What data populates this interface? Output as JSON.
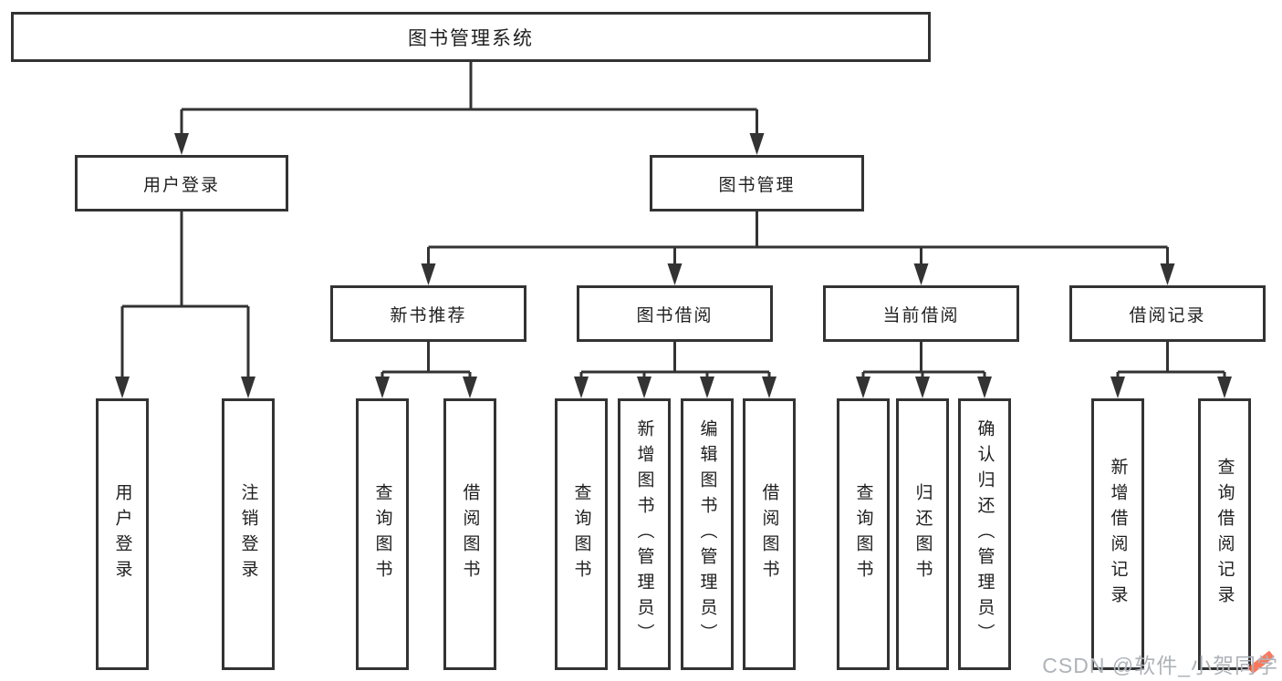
{
  "diagram": {
    "root": {
      "label": "图书管理系统"
    },
    "branches": [
      {
        "label": "用户登录",
        "children": [
          {
            "label": "用户登录"
          },
          {
            "label": "注销登录"
          }
        ]
      },
      {
        "label": "图书管理",
        "children": [
          {
            "label": "新书推荐",
            "children": [
              {
                "label": "查询图书"
              },
              {
                "label": "借阅图书"
              }
            ]
          },
          {
            "label": "图书借阅",
            "children": [
              {
                "label": "查询图书"
              },
              {
                "label": "新增图书（管理员）"
              },
              {
                "label": "编辑图书（管理员）"
              },
              {
                "label": "借阅图书"
              }
            ]
          },
          {
            "label": "当前借阅",
            "children": [
              {
                "label": "查询图书"
              },
              {
                "label": "归还图书"
              },
              {
                "label": "确认归还（管理员）"
              }
            ]
          },
          {
            "label": "借阅记录",
            "children": [
              {
                "label": "新增借阅记录"
              },
              {
                "label": "查询借阅记录"
              }
            ]
          }
        ]
      }
    ]
  },
  "watermark": {
    "text": "CSDN @软件_小贺同学"
  },
  "colors": {
    "line": "#333333",
    "text": "#1f1f1f",
    "watermark": "#aeb3b9",
    "watermark_accent": "#fc5531",
    "background": "#ffffff"
  }
}
